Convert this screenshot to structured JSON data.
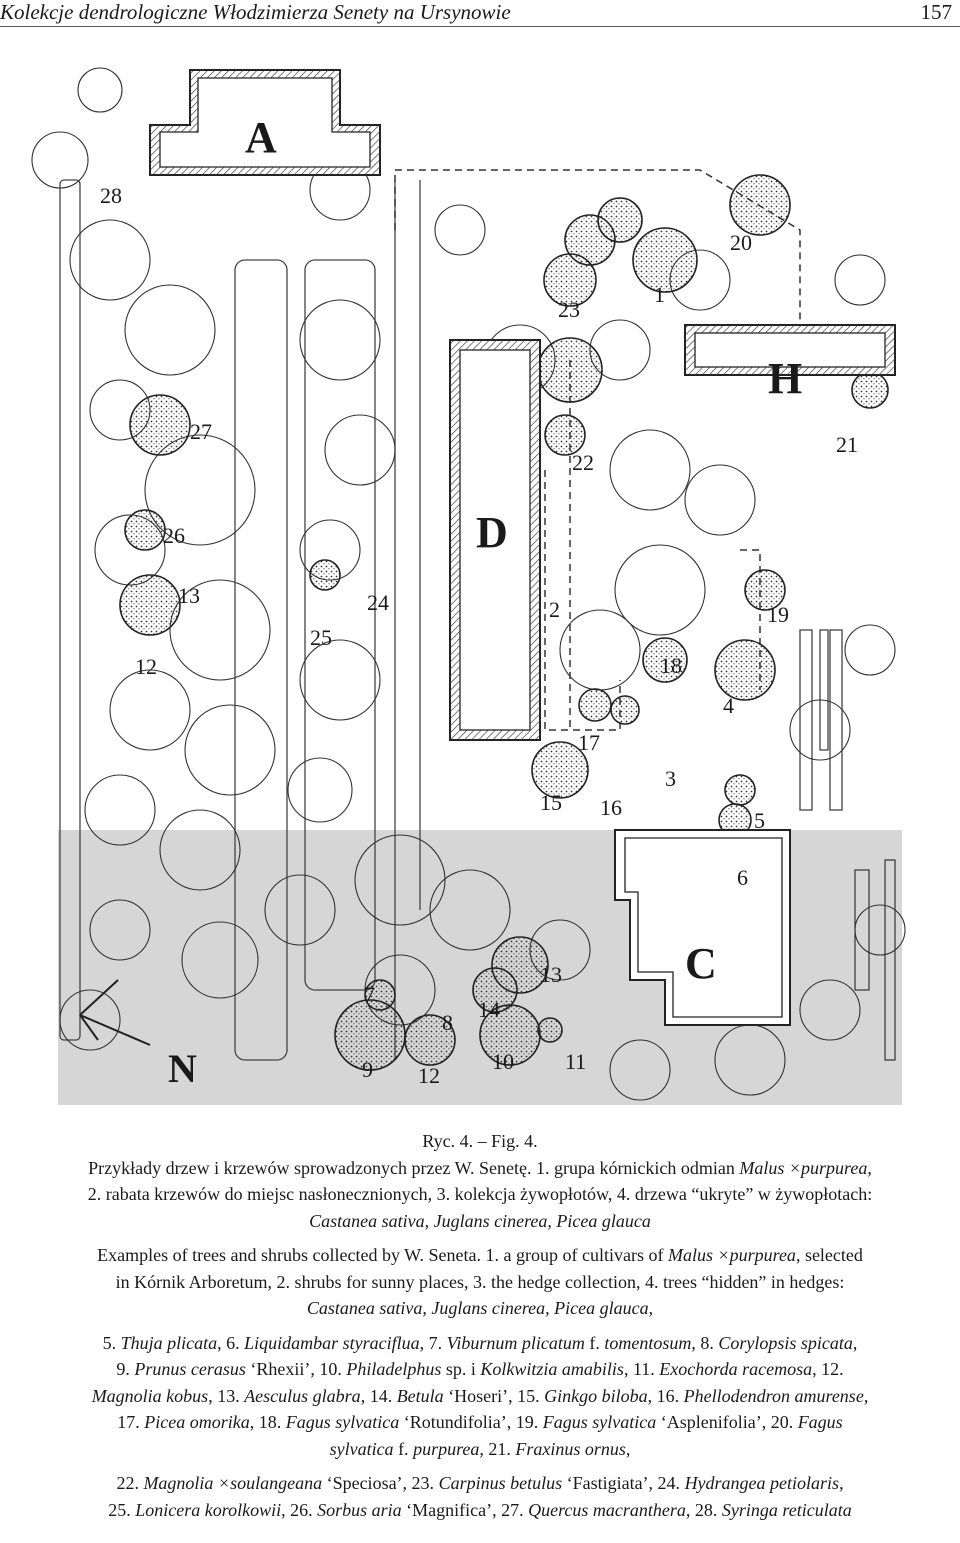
{
  "header": {
    "running_title": "Kolekcje dendrologiczne Włodzimierza Senety na Ursynowie",
    "page_number": "157"
  },
  "map": {
    "buildings": [
      "A",
      "H",
      "D",
      "C"
    ],
    "north_label": "N",
    "numbers": [
      "28",
      "1",
      "20",
      "23",
      "H",
      "27",
      "21",
      "22",
      "26",
      "13",
      "24",
      "25",
      "2",
      "19",
      "12",
      "18",
      "4",
      "17",
      "3",
      "15",
      "16",
      "5",
      "6",
      "13",
      "7",
      "14",
      "8",
      "9",
      "12",
      "10",
      "11"
    ]
  },
  "caption": {
    "fig_label": "Ryc. 4. – Fig. 4.",
    "pl_line1": "Przykłady drzew i krzewów sprowadzonych przez W. Senetę. 1. grupa kórnickich odmian ",
    "pl_taxon1": "Malus ×purpurea",
    "pl_line1_end": ",",
    "pl_line2": "2. rabata krzewów do miejsc nasłonecznionych, 3. kolekcja żywopłotów, 4. drzewa “ukryte” w żywopłotach:",
    "pl_line3": "Castanea sativa, Juglans cinerea, Picea glauca",
    "en_line1a": "Examples of trees and shrubs collected by W. Seneta. 1. a group of cultivars of ",
    "en_taxon1": "Malus ×purpurea",
    "en_line1b": ", selected",
    "en_line2": "in Kórnik Arboretum, 2. shrubs for sunny places, 3. the hedge collection, 4. trees “hidden” in hedges:",
    "en_line3": "Castanea sativa, Juglans cinerea, Picea glauca,",
    "s1_a": "5. ",
    "s1_b": "Thuja plicata",
    "s1_c": ", 6. ",
    "s1_d": "Liquidambar styraciflua",
    "s1_e": ", 7. ",
    "s1_f": "Viburnum plicatum",
    "s1_g": " f. ",
    "s1_h": "tomentosum",
    "s1_i": ", 8. ",
    "s1_j": "Corylopsis spicata",
    "s1_k": ",",
    "s2_a": "9. ",
    "s2_b": "Prunus cerasus",
    "s2_c": " ‘Rhexii’, 10. ",
    "s2_d": "Philadelphus",
    "s2_e": " sp. i ",
    "s2_f": "Kolkwitzia amabilis",
    "s2_g": ", 11. ",
    "s2_h": "Exochorda racemosa",
    "s2_i": ", 12.",
    "s3_a": "Magnolia kobus",
    "s3_b": ", 13. ",
    "s3_c": "Aesculus glabra",
    "s3_d": ", 14. ",
    "s3_e": "Betula",
    "s3_f": " ‘Hoseri’, 15. ",
    "s3_g": "Ginkgo biloba",
    "s3_h": ", 16. ",
    "s3_i": "Phellodendron amurense",
    "s3_j": ",",
    "s4_a": "17. ",
    "s4_b": "Picea omorika",
    "s4_c": ", 18. ",
    "s4_d": "Fagus sylvatica",
    "s4_e": " ‘Rotundifolia’, 19. ",
    "s4_f": "Fagus sylvatica",
    "s4_g": " ‘Asplenifolia’, 20. ",
    "s4_h": "Fagus",
    "s5_a": "sylvatica",
    "s5_b": " f. ",
    "s5_c": "purpurea",
    "s5_d": ", 21. ",
    "s5_e": "Fraxinus ornus",
    "s5_f": ",",
    "s6_a": "22. ",
    "s6_b": "Magnolia ×soulangeana",
    "s6_c": " ‘Speciosa’, 23. ",
    "s6_d": "Carpinus betulus",
    "s6_e": " ‘Fastigiata’, 24. ",
    "s6_f": "Hydrangea petiolaris",
    "s6_g": ",",
    "s7_a": "25. ",
    "s7_b": "Lonicera korolkowii",
    "s7_c": ", 26. ",
    "s7_d": "Sorbus aria",
    "s7_e": " ‘Magnifica’, 27. ",
    "s7_f": "Quercus macranthera",
    "s7_g": ", 28. ",
    "s7_h": "Syringa reticulata"
  },
  "colors": {
    "shade": "#d6d6d6",
    "ink": "#1a1a1a",
    "paper": "#ffffff"
  }
}
